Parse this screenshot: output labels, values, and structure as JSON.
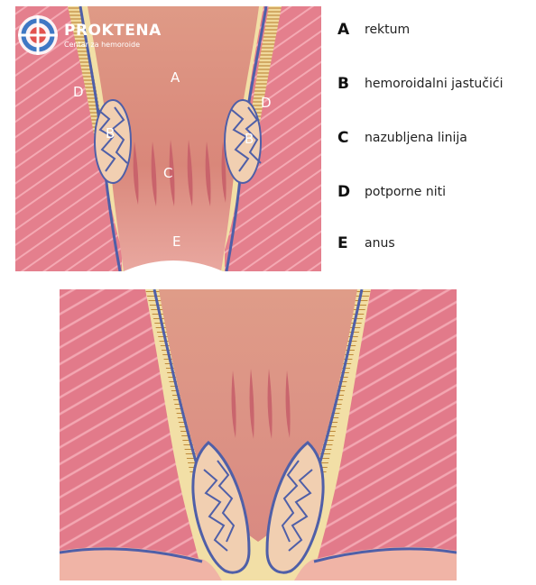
{
  "brand": {
    "name": "PROKTENA",
    "subtitle": "Centar za hemoroide"
  },
  "diagram_labels": {
    "A": "A",
    "B": "B",
    "C": "C",
    "D": "D",
    "E": "E"
  },
  "legend": [
    {
      "letter": "A",
      "label": "rektum"
    },
    {
      "letter": "B",
      "label": "hemoroidalni jastučići"
    },
    {
      "letter": "C",
      "label": "nazubljena linija"
    },
    {
      "letter": "D",
      "label": "potporne niti"
    },
    {
      "letter": "E",
      "label": "anus"
    }
  ],
  "colors": {
    "lumen": "#e0897c",
    "muscle": "#d9707f",
    "fat": "#f2dc9c",
    "vein": "#4f5fa8",
    "fiber": "#c98a35",
    "skin": "#f0b4a6"
  }
}
